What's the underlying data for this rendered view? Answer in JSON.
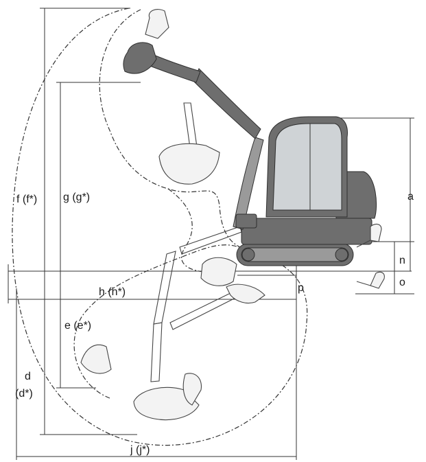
{
  "labels": {
    "a": "a",
    "n": "n",
    "o": "o",
    "p": "p",
    "f": "f (f*)",
    "g": "g (g*)",
    "h": "h (h*)",
    "e": "e (e*)",
    "d_line1": "d",
    "d_line2": "(d*)",
    "j": "j (j*)"
  },
  "colors": {
    "machine_dark": "#6e6e6e",
    "machine_light": "#9a9a9a",
    "glass": "#cfd3d6",
    "line": "#333333"
  }
}
